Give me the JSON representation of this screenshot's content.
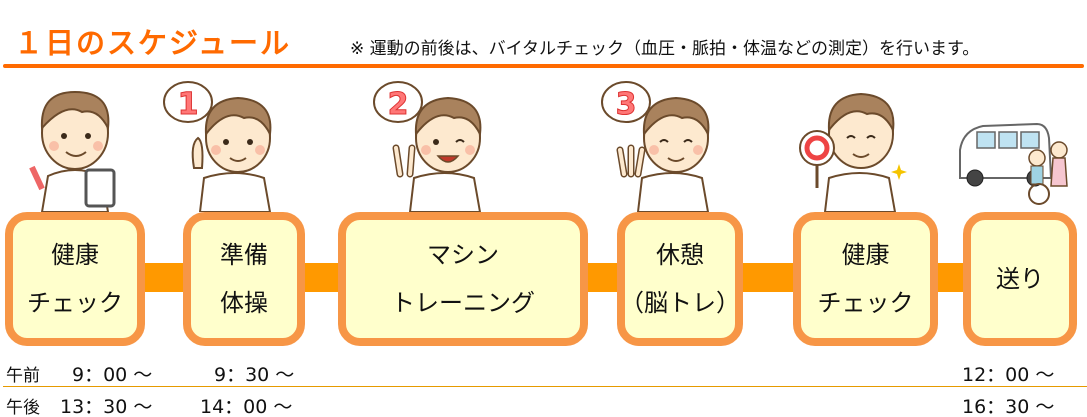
{
  "header": {
    "title": "１日のスケジュール",
    "note": "※ 運動の前後は、バイタルチェック（血圧・脈拍・体温などの測定）を行います。"
  },
  "colors": {
    "title_orange": "#FF6A00",
    "box_border": "#F79646",
    "box_fill": "#FFFFCC",
    "connector": "#FF9900",
    "row_rule": "#E69A00"
  },
  "steps": [
    {
      "line1": "健康",
      "line2": "チェック",
      "illustration": "nurse-with-clipboard"
    },
    {
      "line1": "準備",
      "line2": "体操",
      "illustration": "nurse-pointing-number-1",
      "badge": "1"
    },
    {
      "line1": "マシン",
      "line2": "トレーニング",
      "illustration": "nurse-peace-sign-number-2",
      "badge": "2"
    },
    {
      "line1": "休憩",
      "line2": "（脳トレ）",
      "illustration": "nurse-three-fingers-number-3",
      "badge": "3"
    },
    {
      "line1": "健康",
      "line2": "チェック",
      "illustration": "nurse-holding-ok-sign"
    },
    {
      "line1": "送り",
      "line2": "",
      "illustration": "van-and-wheelchair"
    }
  ],
  "schedule": {
    "morning": {
      "label": "午前",
      "times": [
        "9：00 ～",
        "9：30 ～",
        "12：00 ～"
      ]
    },
    "afternoon": {
      "label": "午後",
      "times": [
        "13：30 ～",
        "14：00 ～",
        "16：30 ～"
      ]
    }
  }
}
